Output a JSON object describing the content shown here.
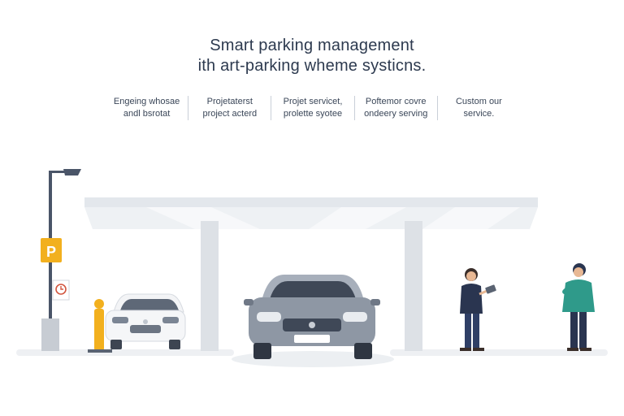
{
  "header": {
    "title_line1": "Smart parking management",
    "title_line2": "ith art-parking wheme systicns."
  },
  "features": [
    {
      "line1": "Engeing whosae",
      "line2": "andl bsrotat"
    },
    {
      "line1": "Projetaterst",
      "line2": "project acterd"
    },
    {
      "line1": "Projet servicet,",
      "line2": "prolette syotee"
    },
    {
      "line1": "Poftemor covre",
      "line2": "ondeery serving"
    },
    {
      "line1": "Custom our",
      "line2": "service."
    }
  ],
  "sign": {
    "label": "P"
  },
  "colors": {
    "canopy": "#e7eaee",
    "pillar": "#d9dde3",
    "car_body": "#8e97a4",
    "accent_yellow": "#f2b01e",
    "person_teal": "#2f9a8a",
    "person_navy": "#2a3550"
  },
  "icons": [
    "parking-sign-icon",
    "clock-sign-icon",
    "street-lamp-icon"
  ]
}
